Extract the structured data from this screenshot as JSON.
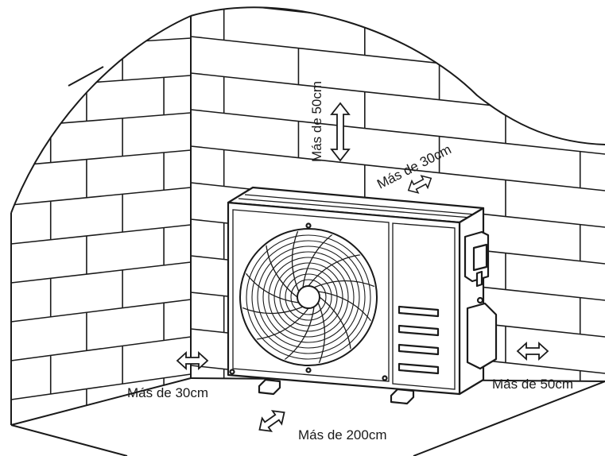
{
  "labels": {
    "clearance_top": "Más de 50cm",
    "clearance_back": "Más de 30cm",
    "clearance_left": "Más de 30cm",
    "clearance_right": "Más de 50cm",
    "clearance_front": "Más de 200cm"
  }
}
